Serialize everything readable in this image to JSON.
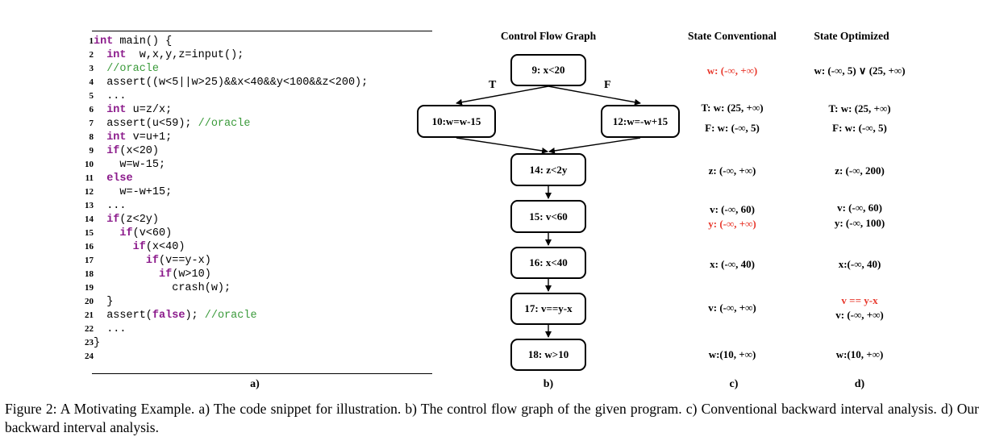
{
  "code": {
    "lines": [
      {
        "n": "1",
        "parts": [
          {
            "t": "int",
            "c": "kw"
          },
          {
            "t": " main() {",
            "c": ""
          }
        ]
      },
      {
        "n": "2",
        "parts": [
          {
            "t": "  ",
            "c": ""
          },
          {
            "t": "int",
            "c": "kw"
          },
          {
            "t": "  w,x,y,z=input();",
            "c": ""
          }
        ]
      },
      {
        "n": "3",
        "parts": [
          {
            "t": "  //oracle",
            "c": "cm"
          }
        ]
      },
      {
        "n": "4",
        "parts": [
          {
            "t": "  assert((w<5||w>25)&&x<40&&y<100&&z<200);",
            "c": ""
          }
        ]
      },
      {
        "n": "5",
        "parts": [
          {
            "t": "  ...",
            "c": ""
          }
        ]
      },
      {
        "n": "6",
        "parts": [
          {
            "t": "  ",
            "c": ""
          },
          {
            "t": "int",
            "c": "kw"
          },
          {
            "t": " u=z/x;",
            "c": ""
          }
        ]
      },
      {
        "n": "7",
        "parts": [
          {
            "t": "  assert(u<59); ",
            "c": ""
          },
          {
            "t": "//oracle",
            "c": "cm"
          }
        ]
      },
      {
        "n": "8",
        "parts": [
          {
            "t": "  ",
            "c": ""
          },
          {
            "t": "int",
            "c": "kw"
          },
          {
            "t": " v=u+1;",
            "c": ""
          }
        ]
      },
      {
        "n": "9",
        "parts": [
          {
            "t": "  ",
            "c": ""
          },
          {
            "t": "if",
            "c": "kw"
          },
          {
            "t": "(x<20)",
            "c": ""
          }
        ]
      },
      {
        "n": "10",
        "parts": [
          {
            "t": "    w=w-15;",
            "c": ""
          }
        ]
      },
      {
        "n": "11",
        "parts": [
          {
            "t": "  ",
            "c": ""
          },
          {
            "t": "else",
            "c": "kw"
          }
        ]
      },
      {
        "n": "12",
        "parts": [
          {
            "t": "    w=-w+15;",
            "c": ""
          }
        ]
      },
      {
        "n": "13",
        "parts": [
          {
            "t": "  ...",
            "c": ""
          }
        ]
      },
      {
        "n": "14",
        "parts": [
          {
            "t": "  ",
            "c": ""
          },
          {
            "t": "if",
            "c": "kw"
          },
          {
            "t": "(z<2y)",
            "c": ""
          }
        ]
      },
      {
        "n": "15",
        "parts": [
          {
            "t": "    ",
            "c": ""
          },
          {
            "t": "if",
            "c": "kw"
          },
          {
            "t": "(v<60)",
            "c": ""
          }
        ]
      },
      {
        "n": "16",
        "parts": [
          {
            "t": "      ",
            "c": ""
          },
          {
            "t": "if",
            "c": "kw"
          },
          {
            "t": "(x<40)",
            "c": ""
          }
        ]
      },
      {
        "n": "17",
        "parts": [
          {
            "t": "        ",
            "c": ""
          },
          {
            "t": "if",
            "c": "kw"
          },
          {
            "t": "(v==y-x)",
            "c": ""
          }
        ]
      },
      {
        "n": "18",
        "parts": [
          {
            "t": "          ",
            "c": ""
          },
          {
            "t": "if",
            "c": "kw"
          },
          {
            "t": "(w>10)",
            "c": ""
          }
        ]
      },
      {
        "n": "19",
        "parts": [
          {
            "t": "            crash(w);",
            "c": ""
          }
        ]
      },
      {
        "n": "20",
        "parts": [
          {
            "t": "  }",
            "c": ""
          }
        ]
      },
      {
        "n": "21",
        "parts": [
          {
            "t": "  assert(",
            "c": ""
          },
          {
            "t": "false",
            "c": "kw"
          },
          {
            "t": "); ",
            "c": ""
          },
          {
            "t": "//oracle",
            "c": "cm"
          }
        ]
      },
      {
        "n": "22",
        "parts": [
          {
            "t": "  ...",
            "c": ""
          }
        ]
      },
      {
        "n": "23",
        "parts": [
          {
            "t": "}",
            "c": ""
          }
        ]
      },
      {
        "n": "24",
        "parts": []
      }
    ],
    "label": "a)"
  },
  "graph": {
    "title": "Control Flow Graph",
    "label": "b)",
    "edge_true": "T",
    "edge_false": "F",
    "nodes": {
      "n9": "9: x<20",
      "n10": "10:w=w-15",
      "n12": "12:w=-w+15",
      "n14": "14: z<2y",
      "n15": "15: v<60",
      "n16": "16: x<40",
      "n17": "17: v==y-x",
      "n18": "18: w>10"
    }
  },
  "conventional": {
    "title": "State Conventional",
    "label": "c)",
    "s9": "w: (-∞, +∞)",
    "s10": "T: w: (25, +∞)",
    "s12": "F: w: (-∞, 5)",
    "s14": "z: (-∞, +∞)",
    "s15a": "v: (-∞, 60)",
    "s15b": "y: (-∞, +∞)",
    "s16": "x: (-∞, 40)",
    "s17": "v: (-∞, +∞)",
    "s18": "w:(10, +∞)"
  },
  "optimized": {
    "title": "State Optimized",
    "label": "d)",
    "s9": "w: (-∞, 5) ∨ (25, +∞)",
    "s10": "T:  w: (25, +∞)",
    "s12": "F:  w: (-∞, 5)",
    "s14": "z: (-∞, 200)",
    "s15a": "v: (-∞, 60)",
    "s15b": "y: (-∞, 100)",
    "s16": "x:(-∞, 40)",
    "s17a": "v == y-x",
    "s17b": "v: (-∞, +∞)",
    "s18": "w:(10, +∞)"
  },
  "caption": "Figure 2: A Motivating Example. a) The code snippet for illustration. b) The control flow graph of the given program. c) Conventional backward interval analysis. d) Our backward interval analysis.",
  "colors": {
    "keyword": "#8b1a8b",
    "comment": "#3a9a3a",
    "highlight": "#e8392d"
  }
}
